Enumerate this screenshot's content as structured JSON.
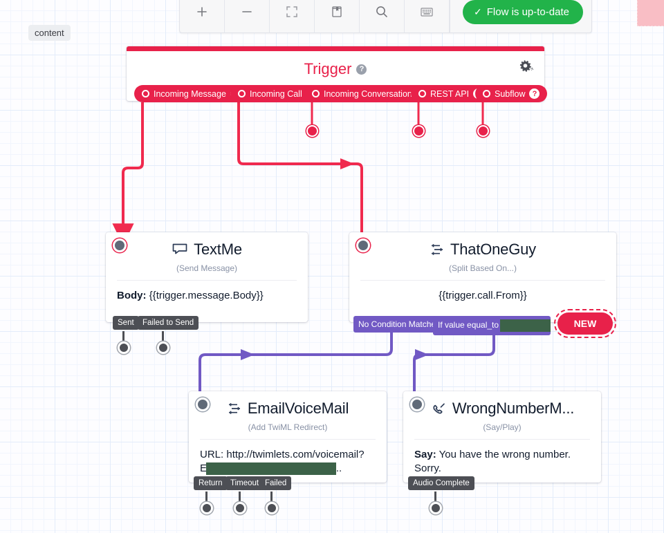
{
  "toolbar": {
    "buttons": [
      {
        "name": "zoom-in-button",
        "icon": "plus-icon",
        "label": "+"
      },
      {
        "name": "zoom-out-button",
        "icon": "minus-icon",
        "label": "−"
      },
      {
        "name": "fit-to-screen-button",
        "icon": "fit-screen-icon",
        "label": ""
      },
      {
        "name": "library-button",
        "icon": "book-icon",
        "label": ""
      },
      {
        "name": "search-button",
        "icon": "search-icon",
        "label": ""
      },
      {
        "name": "keyboard-shortcuts-button",
        "icon": "keyboard-icon",
        "label": ""
      }
    ],
    "status": {
      "label": "Flow is up-to-date",
      "check": "✓",
      "color": "#22b34a"
    }
  },
  "content_chip": {
    "label": "content"
  },
  "trigger": {
    "title": "Trigger",
    "help": "?",
    "gear_icon": "gears-icon",
    "accent": "#e8214a",
    "chips": [
      {
        "label": "Incoming Message",
        "help": "?"
      },
      {
        "label": "Incoming Call",
        "help": "?"
      },
      {
        "label": "Incoming Conversation",
        "help": "?"
      },
      {
        "label": "REST API",
        "help": "?"
      },
      {
        "label": "Subflow",
        "help": "?"
      }
    ]
  },
  "nodes": [
    {
      "id": "textme",
      "title": "TextMe",
      "icon": "message-bubble-icon",
      "subtitle": "(Send Message)",
      "body_label": "Body:",
      "body_value": "{{trigger.message.Body}}",
      "outputs": [
        {
          "label": "Sent"
        },
        {
          "label": "Failed to Send"
        }
      ]
    },
    {
      "id": "thatoneguy",
      "title": "ThatOneGuy",
      "icon": "split-icon",
      "subtitle": "(Split Based On...)",
      "body_label": "",
      "body_value": "{{trigger.call.From}}",
      "outputs": [
        {
          "label": "No Condition Matches"
        },
        {
          "label": "If value equal_to"
        }
      ]
    },
    {
      "id": "emailvoicemail",
      "title": "EmailVoiceMail",
      "icon": "split-icon",
      "subtitle": "(Add TwiML Redirect)",
      "body_label": "URL:",
      "body_value": "http://twimlets.com/voicemail?Ema",
      "body_suffix": "..",
      "outputs": [
        {
          "label": "Return"
        },
        {
          "label": "Timeout"
        },
        {
          "label": "Failed"
        }
      ]
    },
    {
      "id": "wrongnumber",
      "title": "WrongNumberM...",
      "icon": "phone-icon",
      "subtitle": "(Say/Play)",
      "body_label": "Say:",
      "body_value": "You have the wrong number. Sorry.",
      "outputs": [
        {
          "label": "Audio Complete"
        }
      ]
    }
  ],
  "new_widget": {
    "label": "NEW"
  }
}
